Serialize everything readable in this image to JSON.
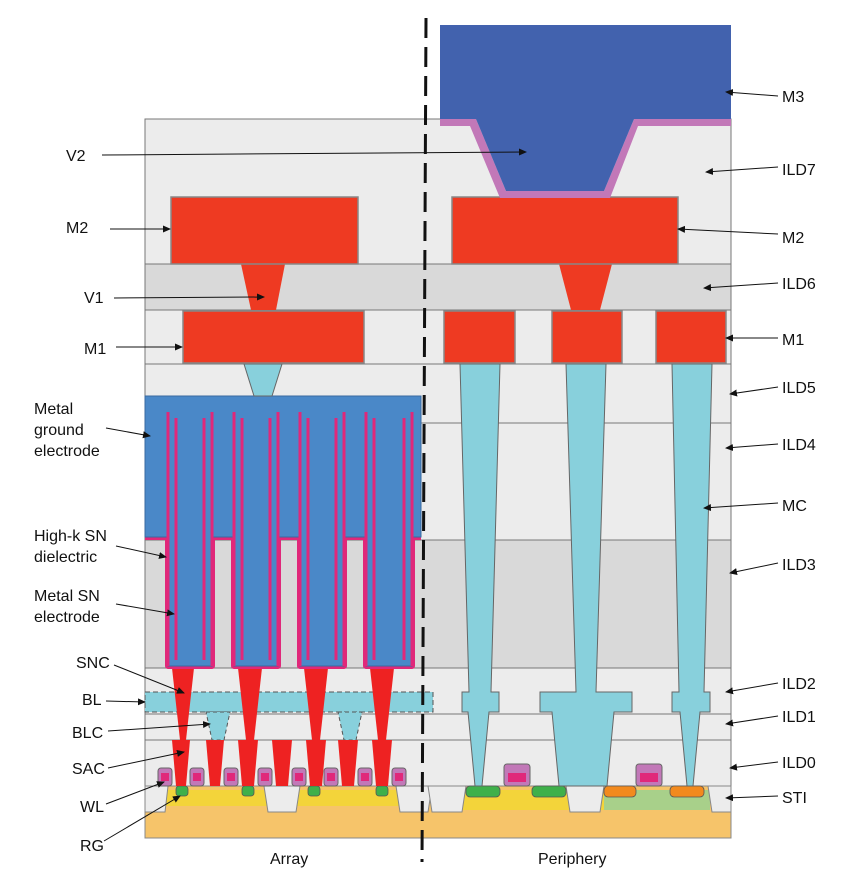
{
  "colors": {
    "ild_light": "#ececec",
    "ild_dark": "#d9d9d9",
    "metal_red": "#ee3a22",
    "bright_red": "#ee2222",
    "contact_cyan": "#88d0dc",
    "ground_blue": "#4a88c8",
    "m3_blue": "#4262ae",
    "highk_pink": "#e0287a",
    "liner_mauve": "#c278b8",
    "substrate": "#f6c46a",
    "well_yellow": "#f3d43a",
    "well_green": "#a8d08a",
    "diffusion_green": "#3fb04a",
    "diffusion_orange": "#f28a1e"
  },
  "labels": {
    "left": {
      "v2": "V2",
      "m2": "M2",
      "v1": "V1",
      "m1": "M1",
      "metal_ground": [
        "Metal",
        "ground",
        "electrode"
      ],
      "high_k": [
        "High-k SN",
        "dielectric"
      ],
      "metal_sn": [
        "Metal SN",
        "electrode"
      ],
      "snc": "SNC",
      "bl": "BL",
      "blc": "BLC",
      "sac": "SAC",
      "wl": "WL",
      "rg": "RG"
    },
    "right": {
      "m3": "M3",
      "ild7": "ILD7",
      "m2": "M2",
      "ild6": "ILD6",
      "m1": "M1",
      "ild5": "ILD5",
      "ild4": "ILD4",
      "mc": "MC",
      "ild3": "ILD3",
      "ild2": "ILD2",
      "ild1": "ILD1",
      "ild0": "ILD0",
      "sti": "STI"
    },
    "bottom": {
      "array": "Array",
      "periphery": "Periphery"
    }
  }
}
